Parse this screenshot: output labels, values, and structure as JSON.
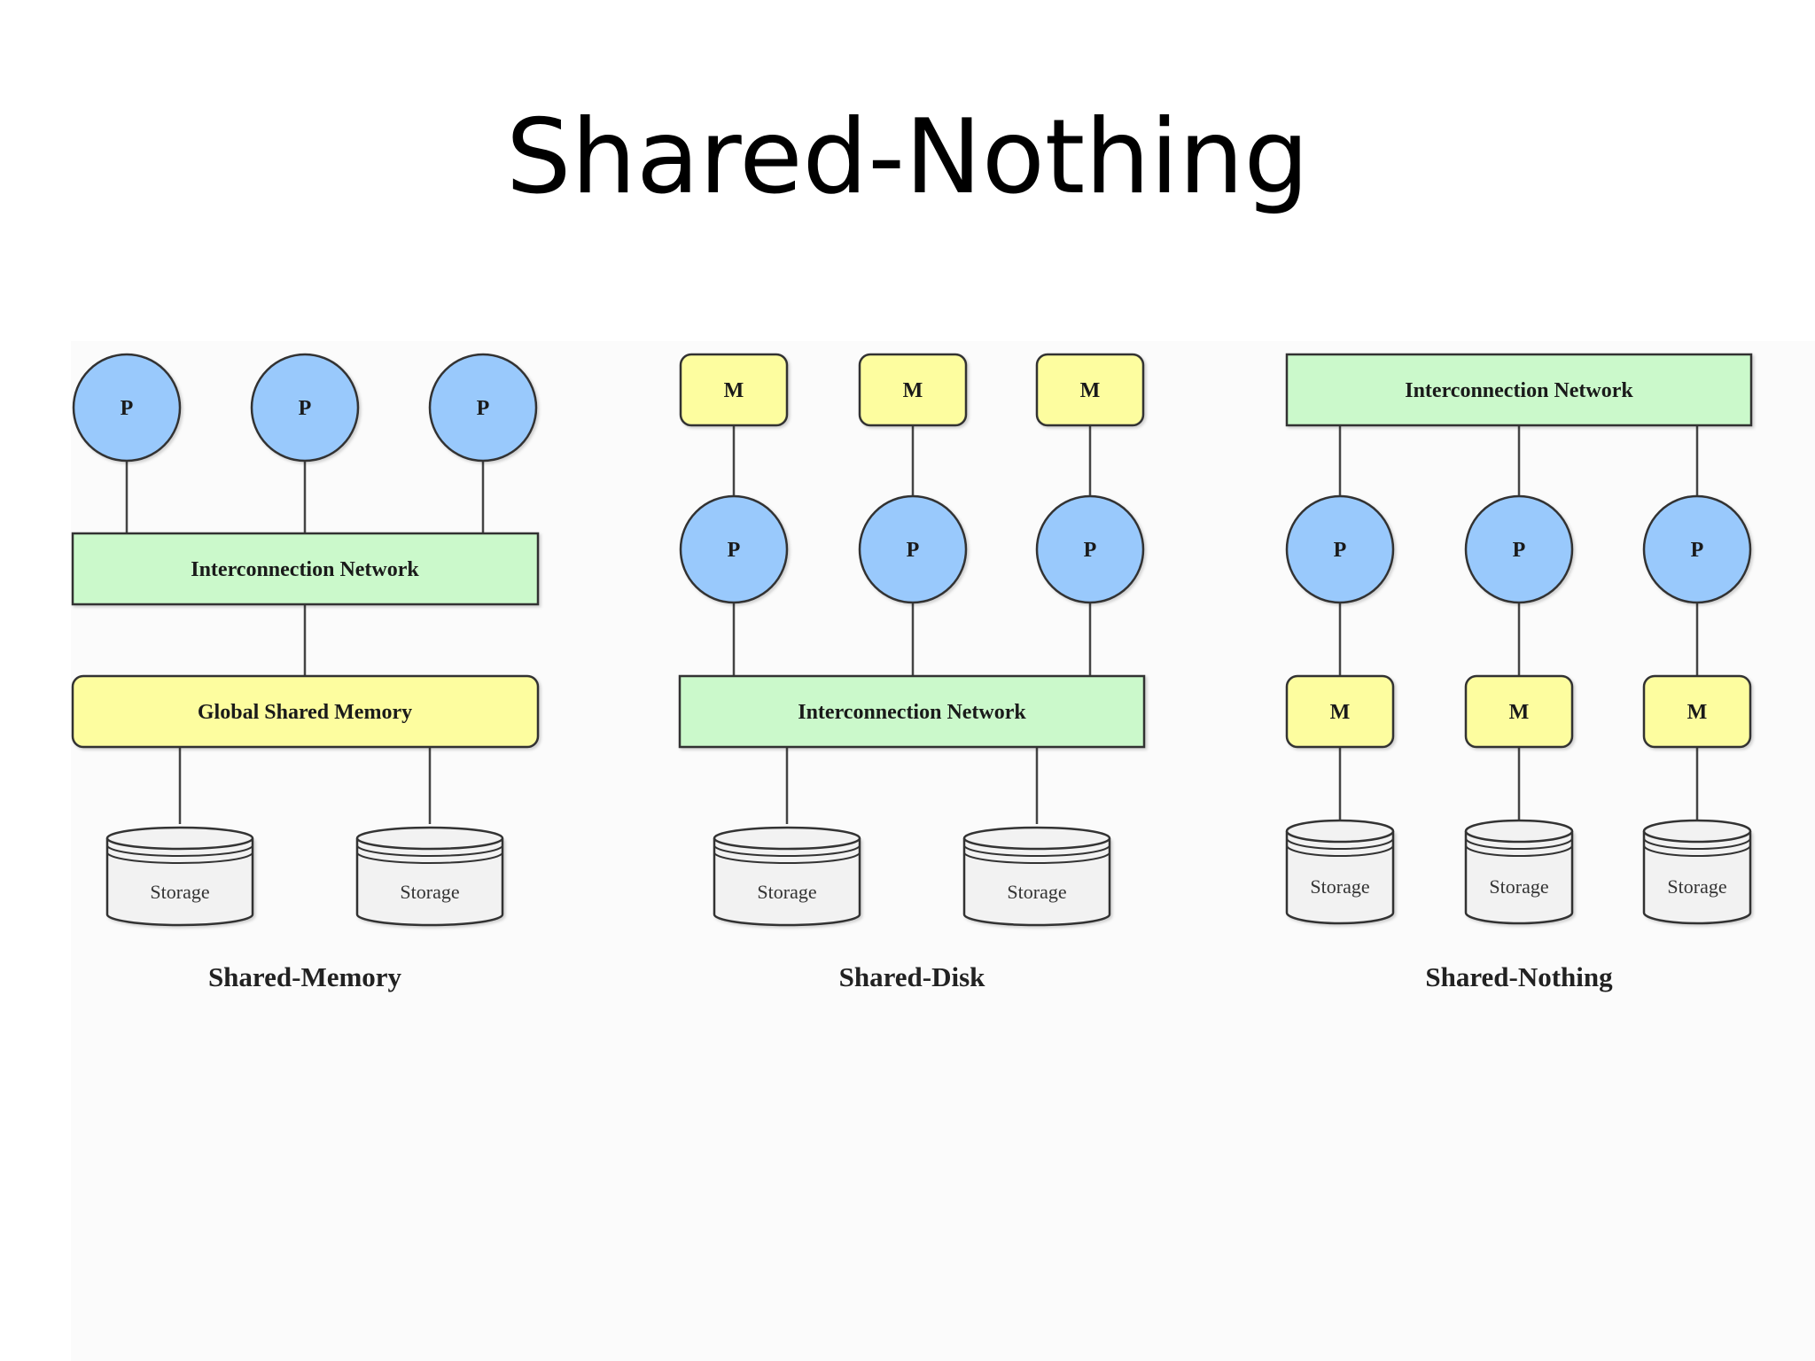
{
  "title": "Shared-Nothing",
  "labels": {
    "processor": "P",
    "memory": "M",
    "interconnect": "Interconnection Network",
    "global_memory": "Global Shared Memory",
    "storage": "Storage"
  },
  "captions": {
    "shared_memory": "Shared-Memory",
    "shared_disk": "Shared-Disk",
    "shared_nothing": "Shared-Nothing"
  },
  "colors": {
    "processor_fill": "#99c9fc",
    "memory_fill": "#fdfd9f",
    "network_fill": "#cbf9cb",
    "storage_fill": "#f2f2f2",
    "outline": "#333333"
  }
}
